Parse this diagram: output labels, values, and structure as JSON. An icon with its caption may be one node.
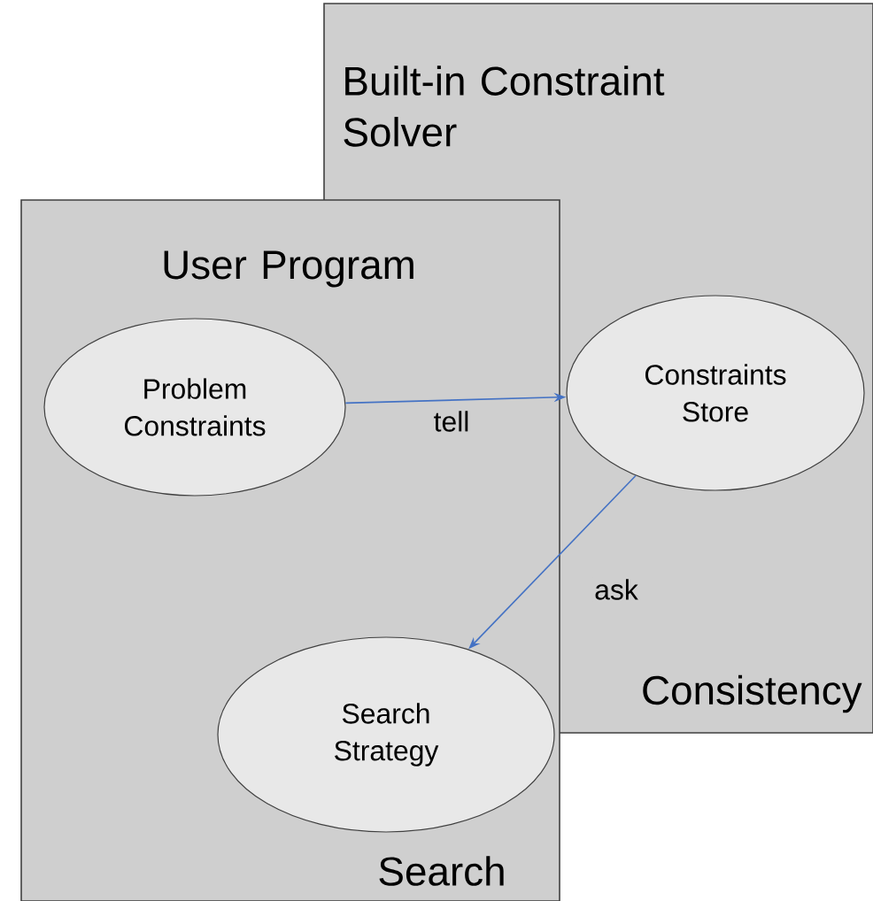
{
  "diagram": {
    "nodes": [
      {
        "text": [
          "Built-in Constraint Solver",
          "Consistency"
        ]
      },
      {
        "text": [
          "User Program",
          "Search"
        ]
      },
      {
        "text": [
          "Problem Constraints"
        ],
        "in": 1
      },
      {
        "text": [
          "Constraints Store"
        ],
        "in": 0
      },
      {
        "text": [
          "Search Strategy"
        ],
        "in": 1
      }
    ],
    "edges": [
      {
        "from": 2,
        "to": 3,
        "arrow": "to",
        "label": "tell"
      },
      {
        "from": 3,
        "to": 4,
        "arrow": "to",
        "label": "ask"
      }
    ]
  }
}
